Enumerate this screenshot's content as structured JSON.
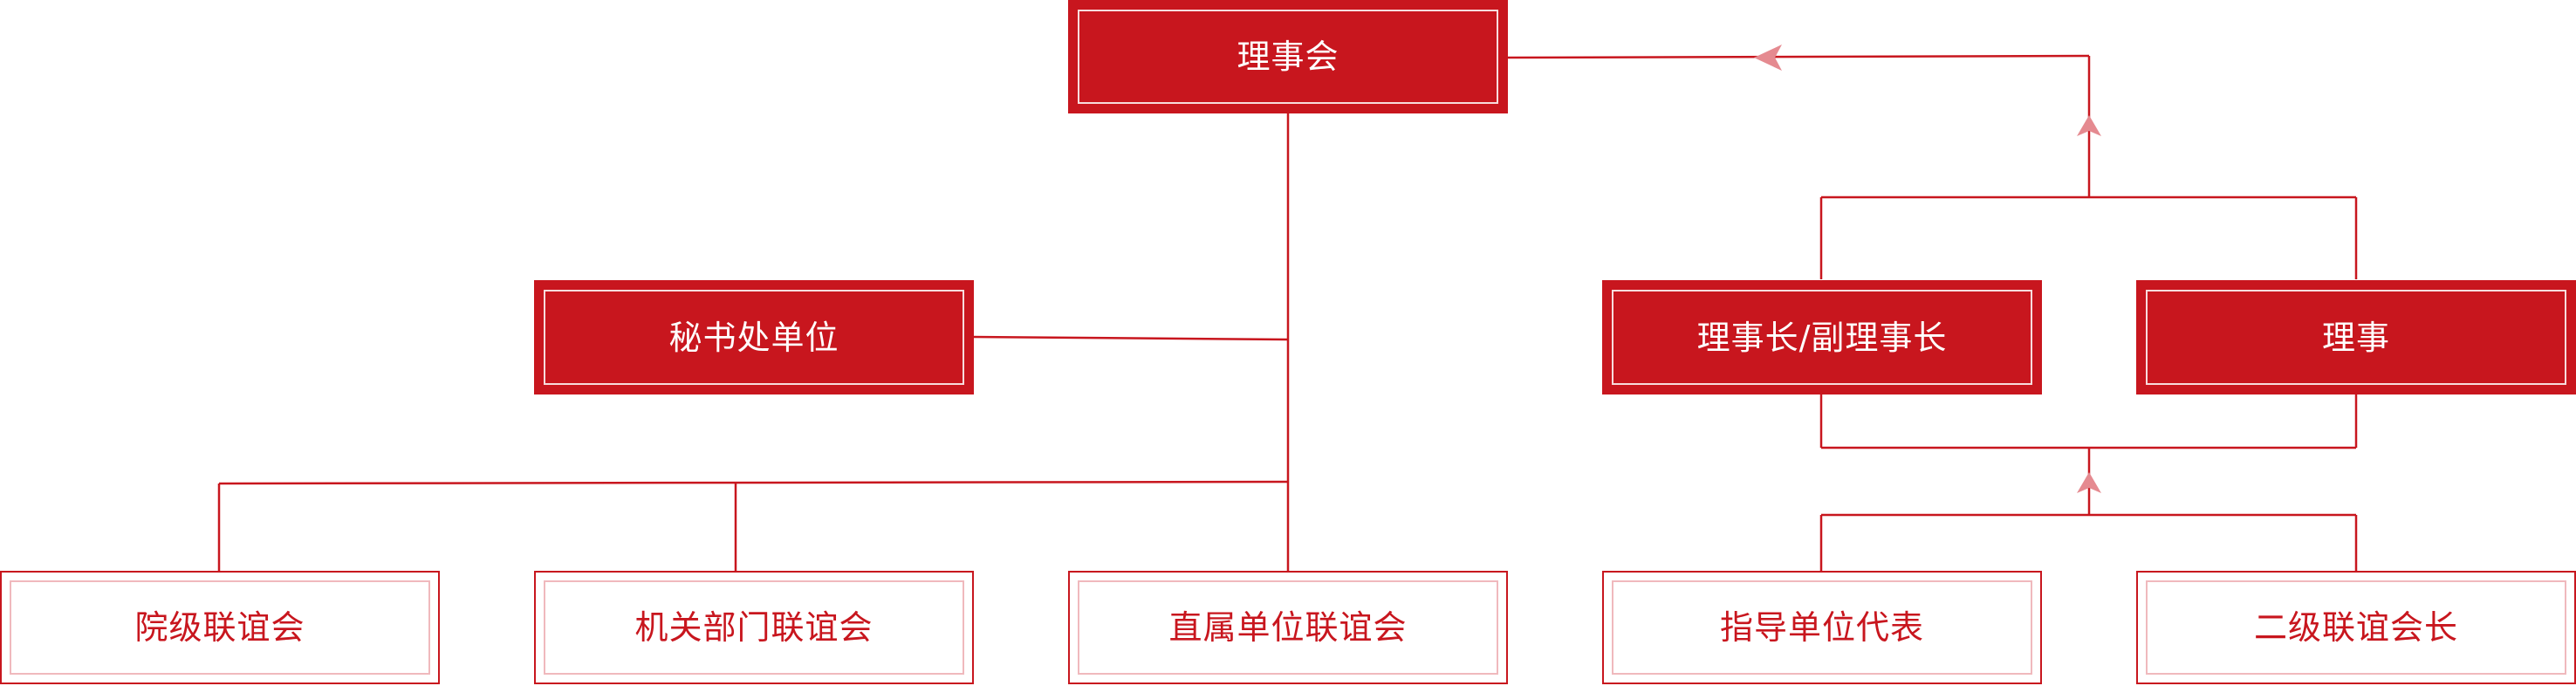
{
  "colors": {
    "primary": "#c8161e",
    "inner_border_light": "#f0b9bd",
    "filled_text": "#ffffff"
  },
  "nodes": {
    "council": "理事会",
    "secretariat": "秘书处单位",
    "president": "理事长/副理事长",
    "director": "理事",
    "college_association": "院级联谊会",
    "dept_association": "机关部门联谊会",
    "affiliate_association": "直属单位联谊会",
    "guiding_rep": "指导单位代表",
    "secondary_head": "二级联谊会长"
  }
}
